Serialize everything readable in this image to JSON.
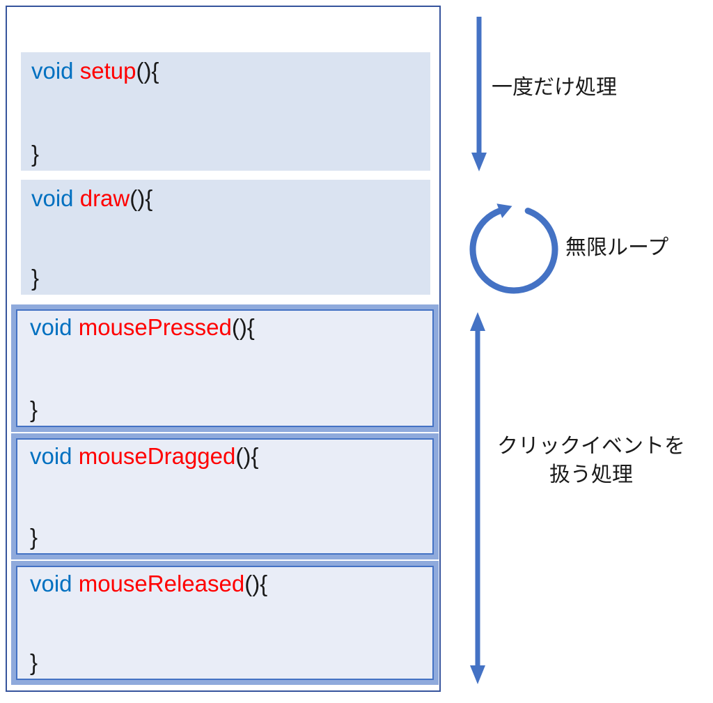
{
  "colors": {
    "accent": "#4472C4",
    "keyword": "#0070C0",
    "function": "#FF0000",
    "code-text": "#1a1a1a",
    "box-fill": "#DAE3F1",
    "group-border": "#8FAADC",
    "inner-fill": "#E9EDF7",
    "inner-border": "#4472C4",
    "frame-border": "#35539C",
    "label-text": "#1a1a1a"
  },
  "boxes": [
    {
      "keyword": "void",
      "name": "setup",
      "params": "(){",
      "close": "}"
    },
    {
      "keyword": "void",
      "name": "draw",
      "params": "(){",
      "close": "}"
    },
    {
      "keyword": "void",
      "name": "mousePressed",
      "params": "(){",
      "close": "}"
    },
    {
      "keyword": "void",
      "name": "mouseDragged",
      "params": "(){",
      "close": "}"
    },
    {
      "keyword": "void",
      "name": "mouseReleased",
      "params": "(){",
      "close": "}"
    }
  ],
  "annotations": {
    "once": {
      "label": "一度だけ処理"
    },
    "loop": {
      "label": "無限ループ"
    },
    "events": {
      "label_line1": "クリックイベントを",
      "label_line2": "扱う処理"
    }
  }
}
